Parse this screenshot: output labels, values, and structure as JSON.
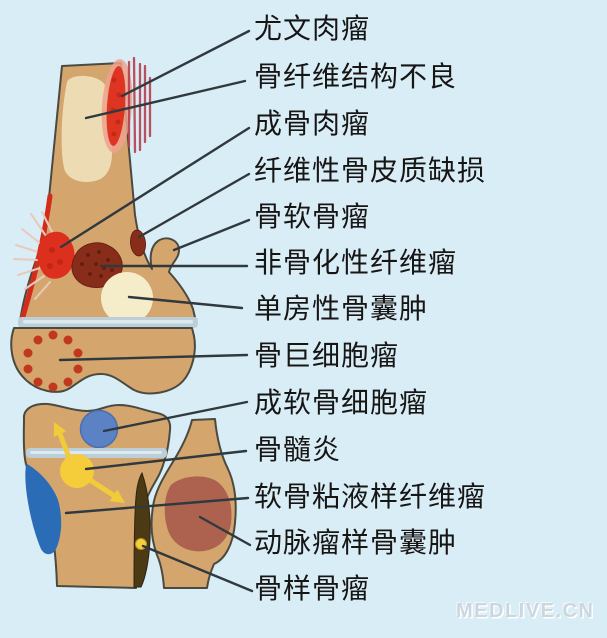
{
  "diagram": {
    "title_hint": "knee bone tumor locations",
    "background_color": "#d9edf6",
    "bone_color": "#d4a56d",
    "watermark": "MEDLIVE.CN",
    "labels": [
      {
        "text": "尤文肉瘤",
        "target": "ewing-sarcoma-lesion"
      },
      {
        "text": "骨纤维结构不良",
        "target": "fibrous-dysplasia-region"
      },
      {
        "text": "成骨肉瘤",
        "target": "osteosarcoma-lesion"
      },
      {
        "text": "纤维性骨皮质缺损",
        "target": "fibrous-cortical-defect-lesion"
      },
      {
        "text": "骨软骨瘤",
        "target": "osteochondroma-bump"
      },
      {
        "text": "非骨化性纤维瘤",
        "target": "non-ossifying-fibroma-lesion"
      },
      {
        "text": "单房性骨囊肿",
        "target": "unicameral-bone-cyst-lesion"
      },
      {
        "text": "骨巨细胞瘤",
        "target": "giant-cell-tumor-lesion"
      },
      {
        "text": "成软骨细胞瘤",
        "target": "chondroblastoma-lesion"
      },
      {
        "text": "骨髓炎",
        "target": "osteomyelitis-lesion"
      },
      {
        "text": "软骨粘液样纤维瘤",
        "target": "chondromyxoid-fibroma-lesion"
      },
      {
        "text": "动脉瘤样骨囊肿",
        "target": "aneurysmal-bone-cyst-lesion"
      },
      {
        "text": "骨样骨瘤",
        "target": "osteoid-osteoma-lesion"
      }
    ],
    "colors": {
      "background": "#d9edf6",
      "bone": "#d4a56d",
      "bone_outline": "#4a4a40",
      "medulla_cream": "#eddcb3",
      "cyst_cream": "#f5ecca",
      "growth_plate": "#bccfd9",
      "ewing_red": "#dd3522",
      "ewing_halo": "#eda28d",
      "periosteal_hatch": "#b5404e",
      "osteosarcoma_red": "#dc2f1e",
      "spike_pink": "#e9c9bc",
      "dark_lesion": "#892d1b",
      "gct_dot": "#c0391e",
      "chondroblastoma_blue": "#5b82c4",
      "osteomyelitis_yellow": "#f5cd3b",
      "cmf_blue": "#2a6db6",
      "abc_maroon": "#ad6250",
      "cortex_wedge": "#4c3a15",
      "leader_line": "#30393d"
    }
  }
}
